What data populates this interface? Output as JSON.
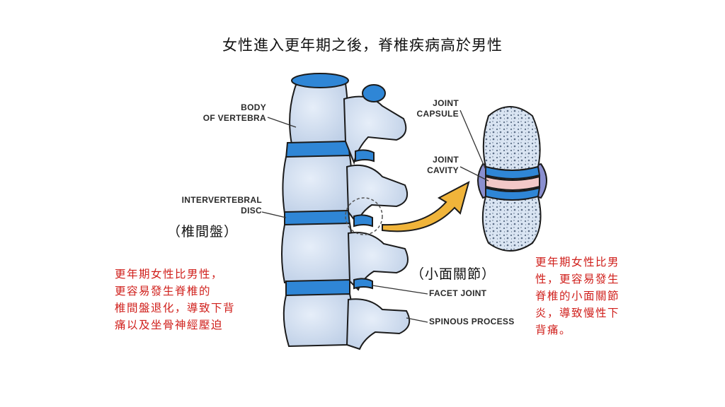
{
  "title": "女性進入更年期之後，脊椎疾病高於男性",
  "labels": {
    "body_of_vertebra": [
      "BODY",
      "OF VERTEBRA"
    ],
    "intervertebral_disc": [
      "INTERVERTEBRAL",
      "DISC"
    ],
    "joint_capsule": [
      "JOINT",
      "CAPSULE"
    ],
    "joint_cavity": [
      "JOINT",
      "CAVITY"
    ],
    "facet_joint": "FACET JOINT",
    "spinous_process": "SPINOUS PROCESS"
  },
  "annotations": {
    "disc_zh": "（椎間盤）",
    "facet_zh": "（小面關節）",
    "left_note": [
      "更年期女性比男性，",
      "更容易發生脊椎的",
      "椎間盤退化，導致下背",
      "痛以及坐骨神經壓迫"
    ],
    "right_note": [
      "更年期女性比男",
      "性，更容易發生",
      "脊椎的小面關節",
      "炎，導致慢性下",
      "背痛。"
    ]
  },
  "colors": {
    "bone": "#cfdcee",
    "bone_outline": "#1b1b1b",
    "disc_blue": "#2f86d6",
    "arrow": "#f0b43a",
    "annotation_red": "#d0201c",
    "cartilage": "#8a8fd0",
    "cavity": "#f2c8c8"
  }
}
